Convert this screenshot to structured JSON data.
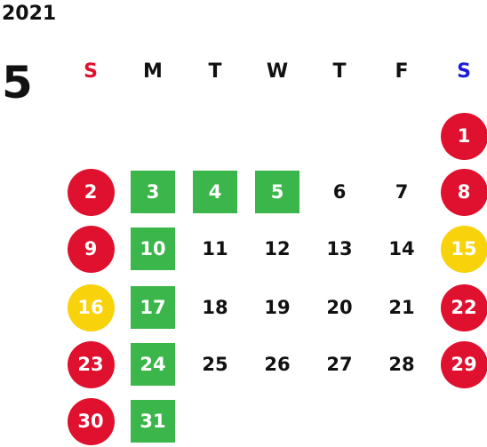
{
  "year": "2021",
  "month": "5",
  "weekday_headers": [
    {
      "label": "S",
      "color": "#e0112f"
    },
    {
      "label": "M",
      "color": "#111111"
    },
    {
      "label": "T",
      "color": "#111111"
    },
    {
      "label": "W",
      "color": "#111111"
    },
    {
      "label": "T",
      "color": "#111111"
    },
    {
      "label": "F",
      "color": "#111111"
    },
    {
      "label": "S",
      "color": "#1c1cd6"
    }
  ],
  "colors": {
    "holiday_red": "#e0112f",
    "saturday_blue": "#1c1cd6",
    "yellow_mark": "#f8d20a",
    "green_mark": "#3bb64a"
  },
  "weeks": [
    [
      null,
      null,
      null,
      null,
      null,
      null,
      {
        "day": "1",
        "mark": "circle-red"
      }
    ],
    [
      {
        "day": "2",
        "mark": "circle-red"
      },
      {
        "day": "3",
        "mark": "square-green"
      },
      {
        "day": "4",
        "mark": "square-green"
      },
      {
        "day": "5",
        "mark": "square-green"
      },
      {
        "day": "6",
        "mark": "none"
      },
      {
        "day": "7",
        "mark": "none"
      },
      {
        "day": "8",
        "mark": "circle-red"
      }
    ],
    [
      {
        "day": "9",
        "mark": "circle-red"
      },
      {
        "day": "10",
        "mark": "square-green"
      },
      {
        "day": "11",
        "mark": "none"
      },
      {
        "day": "12",
        "mark": "none"
      },
      {
        "day": "13",
        "mark": "none"
      },
      {
        "day": "14",
        "mark": "none"
      },
      {
        "day": "15",
        "mark": "circle-yellow"
      }
    ],
    [
      {
        "day": "16",
        "mark": "circle-yellow"
      },
      {
        "day": "17",
        "mark": "square-green"
      },
      {
        "day": "18",
        "mark": "none"
      },
      {
        "day": "19",
        "mark": "none"
      },
      {
        "day": "20",
        "mark": "none"
      },
      {
        "day": "21",
        "mark": "none"
      },
      {
        "day": "22",
        "mark": "circle-red"
      }
    ],
    [
      {
        "day": "23",
        "mark": "circle-red"
      },
      {
        "day": "24",
        "mark": "square-green"
      },
      {
        "day": "25",
        "mark": "none"
      },
      {
        "day": "26",
        "mark": "none"
      },
      {
        "day": "27",
        "mark": "none"
      },
      {
        "day": "28",
        "mark": "none"
      },
      {
        "day": "29",
        "mark": "circle-red"
      }
    ],
    [
      {
        "day": "30",
        "mark": "circle-red"
      },
      {
        "day": "31",
        "mark": "square-green"
      },
      null,
      null,
      null,
      null,
      null
    ]
  ]
}
